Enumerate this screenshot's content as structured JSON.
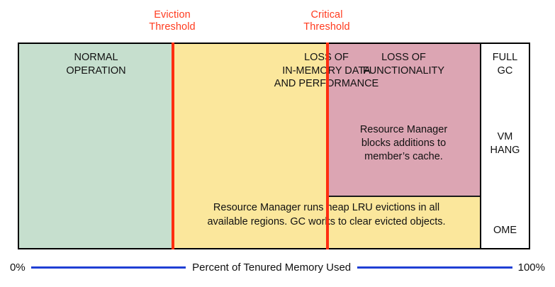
{
  "thresholds": {
    "eviction": {
      "line1": "Eviction",
      "line2": "Threshold",
      "color": "#ff3b1f"
    },
    "critical": {
      "line1": "Critical",
      "line2": "Threshold",
      "color": "#ff3b1f"
    }
  },
  "bands": {
    "normal": {
      "title_line1": "NORMAL",
      "title_line2": "OPERATION",
      "color": "#c6dfce"
    },
    "loss_of_data": {
      "title_line1": "LOSS OF",
      "title_line2": "IN-MEMORY DATA",
      "title_line3": "AND PERFORMANCE",
      "color": "#fbe79c"
    },
    "loss_of_functionality": {
      "title_line1": "LOSS OF",
      "title_line2": "FUNCTIONALITY",
      "note_line1": "Resource Manager",
      "note_line2": "blocks additions to",
      "note_line3": "member’s cache.",
      "color": "#dca5b3"
    },
    "eviction_note": {
      "line1": "Resource Manager runs heap LRU evictions in all",
      "line2": "available regions. GC works to clear evicted objects."
    }
  },
  "gc_states": [
    {
      "line1": "FULL",
      "line2": "GC"
    },
    {
      "line1": "VM",
      "line2": "HANG"
    },
    {
      "line1": "OME",
      "line2": ""
    }
  ],
  "axis": {
    "start_label": "0%",
    "end_label": "100%",
    "caption": "Percent of Tenured Memory Used",
    "line_color": "#1f3fd4"
  }
}
